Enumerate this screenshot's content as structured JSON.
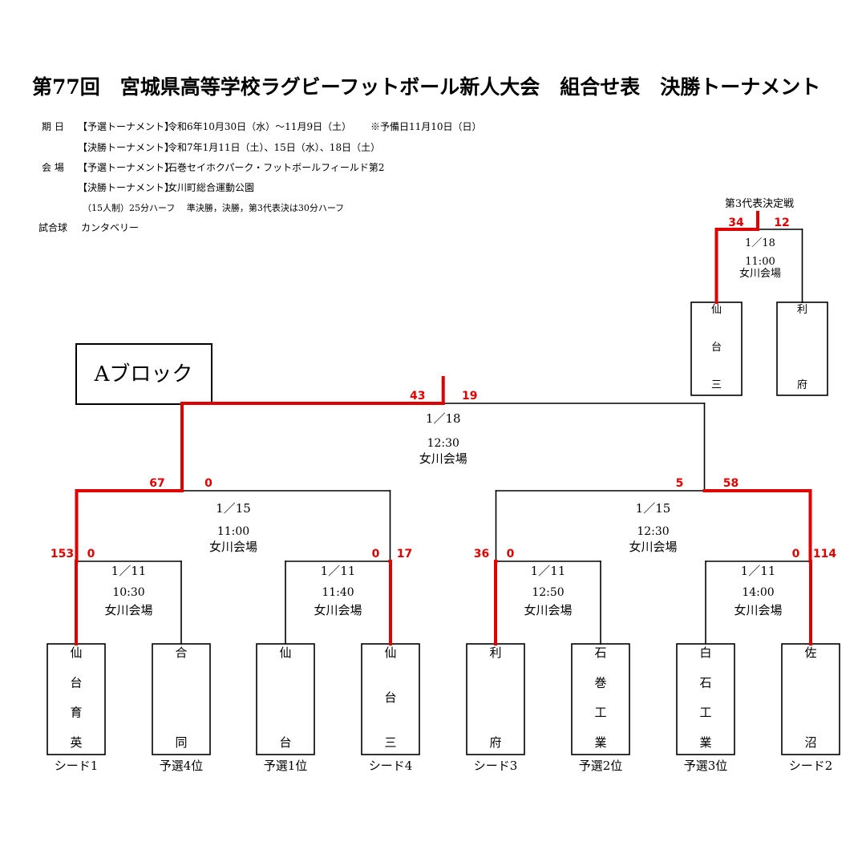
{
  "title": "第77回　宮城県高等学校ラグビーフットボール新人大会　組合せ表　決勝トーナメント",
  "info": {
    "period_label": "期 日",
    "prelim_label": "【予選トーナメント】",
    "final_label": "【決勝トーナメント】",
    "period_prelim": "令和6年10月30日（水）～11月9日（土）",
    "reserve_day": "※予備日11月10日（日）",
    "period_final": "令和7年1月11日（土）、15日（水）、18日（土）",
    "venue_label": "会 場",
    "venue_prelim": "石巻セイホクパーク・フットボールフィールド第2",
    "venue_final": "女川町総合運動公園",
    "rules": "（15人制）25分ハーフ　 準決勝，決勝，第3代表決は30分ハーフ",
    "ball_label": "試合球",
    "ball": "カンタベリー"
  },
  "block_label": "Aブロック",
  "colors": {
    "winner_line": "#e00000",
    "line": "#000000",
    "score": "#e00000"
  },
  "teams": [
    {
      "name": [
        "仙",
        "台",
        "育",
        "英"
      ],
      "seed": "シード1"
    },
    {
      "name": [
        "合",
        "同"
      ],
      "seed": "予選4位"
    },
    {
      "name": [
        "仙",
        "台"
      ],
      "seed": "予選1位"
    },
    {
      "name": [
        "仙",
        "台",
        "三"
      ],
      "seed": "シード4"
    },
    {
      "name": [
        "利",
        "府"
      ],
      "seed": "シード3"
    },
    {
      "name": [
        "石",
        "巻",
        "工",
        "業"
      ],
      "seed": "予選2位"
    },
    {
      "name": [
        "白",
        "石",
        "工",
        "業"
      ],
      "seed": "予選3位"
    },
    {
      "name": [
        "佐",
        "沼"
      ],
      "seed": "シード2"
    }
  ],
  "round1": [
    {
      "date": "1／11",
      "time": "10:30",
      "venue": "女川会場",
      "score_left": "153",
      "score_right": "0",
      "winner": "left"
    },
    {
      "date": "1／11",
      "time": "11:40",
      "venue": "女川会場",
      "score_left": "0",
      "score_right": "17",
      "winner": "right"
    },
    {
      "date": "1／11",
      "time": "12:50",
      "venue": "女川会場",
      "score_left": "36",
      "score_right": "0",
      "winner": "left"
    },
    {
      "date": "1／11",
      "time": "14:00",
      "venue": "女川会場",
      "score_left": "0",
      "score_right": "114",
      "winner": "right"
    }
  ],
  "semis": [
    {
      "date": "1／15",
      "time": "11:00",
      "venue": "女川会場",
      "score_left": "67",
      "score_right": "0",
      "winner": "left"
    },
    {
      "date": "1／15",
      "time": "12:30",
      "venue": "女川会場",
      "score_left": "5",
      "score_right": "58",
      "winner": "right"
    }
  ],
  "final": {
    "date": "1／18",
    "time": "12:30",
    "venue": "女川会場",
    "score_left": "43",
    "score_right": "19",
    "winner": "left"
  },
  "third_place": {
    "label": "第3代表決定戦",
    "date": "1／18",
    "time": "11:00",
    "venue": "女川会場",
    "score_left": "34",
    "score_right": "12",
    "winner": "left",
    "teams": [
      {
        "name": [
          "仙",
          "台",
          "三"
        ]
      },
      {
        "name": [
          "利",
          "府"
        ]
      }
    ]
  }
}
